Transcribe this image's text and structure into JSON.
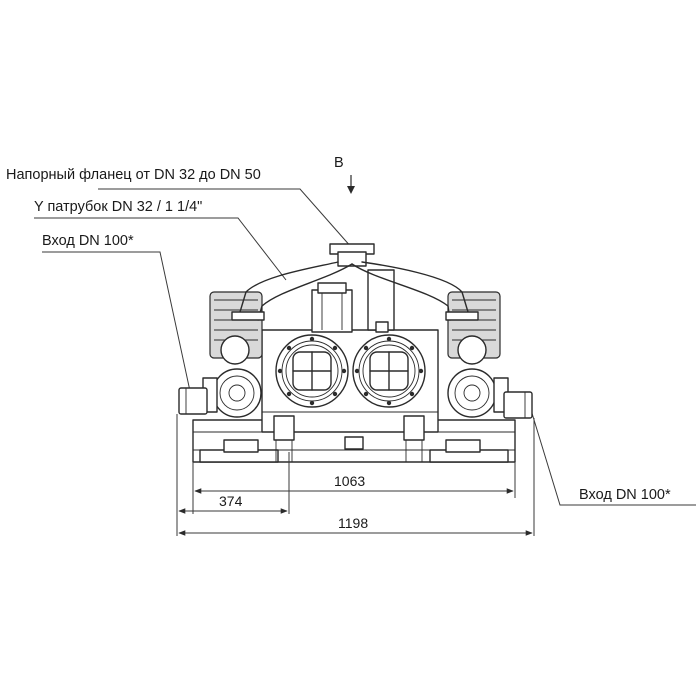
{
  "labels": {
    "pressure_flange": "Напорный фланец от DN 32 до DN 50",
    "y_branch": "Y патрубок  DN 32 / 1 1/4\"",
    "inlet_left": "Вход  DN 100*",
    "inlet_right": "Вход  DN 100*",
    "view_b": "B"
  },
  "dimensions": {
    "d1063": "1063",
    "d374": "374",
    "d1198": "1198"
  }
}
